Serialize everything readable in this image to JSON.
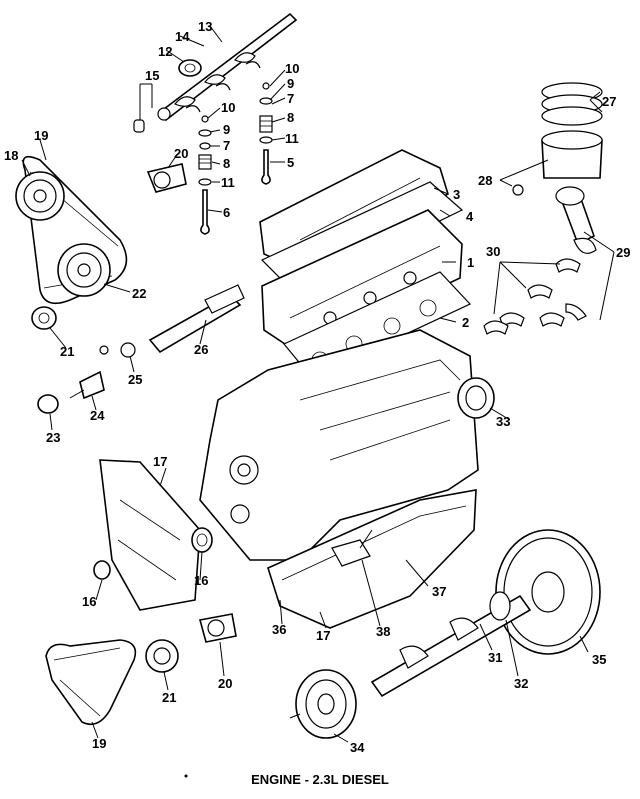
{
  "caption": "ENGINE - 2.3L DIESEL",
  "callouts": {
    "c1": "1",
    "c2": "2",
    "c3": "3",
    "c4": "4",
    "c5": "5",
    "c6": "6",
    "c7a": "7",
    "c7b": "7",
    "c8a": "8",
    "c8b": "8",
    "c9a": "9",
    "c9b": "9",
    "c10a": "10",
    "c10b": "10",
    "c11a": "11",
    "c11b": "11",
    "c12": "12",
    "c13": "13",
    "c14": "14",
    "c15": "15",
    "c16a": "16",
    "c16b": "16",
    "c17a": "17",
    "c17b": "17",
    "c18": "18",
    "c19a": "19",
    "c19b": "19",
    "c20a": "20",
    "c20b": "20",
    "c21a": "21",
    "c21b": "21",
    "c22": "22",
    "c23": "23",
    "c24": "24",
    "c25": "25",
    "c26": "26",
    "c27": "27",
    "c28": "28",
    "c29": "29",
    "c30": "30",
    "c31": "31",
    "c32": "32",
    "c33": "33",
    "c34": "34",
    "c35": "35",
    "c36": "36",
    "c37": "37",
    "c38": "38"
  }
}
